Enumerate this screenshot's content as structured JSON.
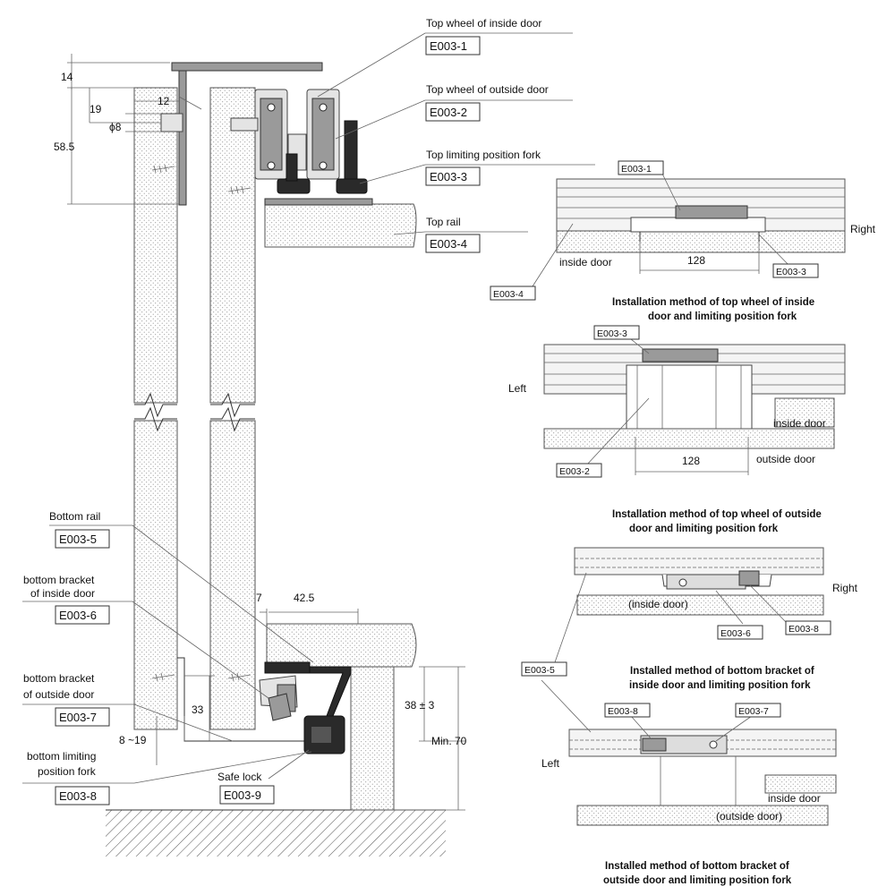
{
  "callouts": {
    "top_wheel_inside": {
      "label": "Top wheel of inside door",
      "code": "E003-1"
    },
    "top_wheel_outside": {
      "label": "Top wheel of outside door",
      "code": "E003-2"
    },
    "top_limit_fork": {
      "label": "Top limiting position fork",
      "code": "E003-3"
    },
    "top_rail": {
      "label": "Top rail",
      "code": "E003-4"
    },
    "bottom_rail": {
      "label": "Bottom rail",
      "code": "E003-5"
    },
    "bottom_bracket_inside_1": "bottom bracket",
    "bottom_bracket_inside_2": "of inside door",
    "bottom_bracket_inside_code": "E003-6",
    "bottom_bracket_outside_1": "bottom bracket",
    "bottom_bracket_outside_2": "of outside door",
    "bottom_bracket_outside_code": "E003-7",
    "bottom_limit_1": "bottom limiting",
    "bottom_limit_2": "position fork",
    "bottom_limit_code": "E003-8",
    "safe_lock": {
      "label": "Safe lock",
      "code": "E003-9"
    }
  },
  "dimensions": {
    "d14": "14",
    "d19": "19",
    "d12": "12",
    "dphi8": "ϕ8",
    "d58_5": "58.5",
    "d7": "7",
    "d42_5": "42.5",
    "d33": "33",
    "d8_19": "8 ~19",
    "d38": "38 ± 3",
    "dmin70": "Min. 70"
  },
  "detail_1": {
    "code_a": "E003-1",
    "code_b": "E003-3",
    "code_rail": "E003-4",
    "side": "Right",
    "door": "inside door",
    "spacing": "128",
    "caption_1": "Installation method of top wheel of inside",
    "caption_2": "door and limiting position fork"
  },
  "detail_2": {
    "code_a": "E003-3",
    "code_b": "E003-2",
    "side": "Left",
    "door_in": "inside door",
    "door_out": "outside door",
    "spacing": "128",
    "caption_1": "Installation method of top wheel of outside",
    "caption_2": "door and limiting position fork"
  },
  "detail_3": {
    "code_rail": "E003-5",
    "code_a": "E003-6",
    "code_b": "E003-8",
    "side": "Right",
    "door": "(inside door)",
    "caption_1": "Installed method of bottom bracket of",
    "caption_2": "inside door and limiting position fork"
  },
  "detail_4": {
    "code_a": "E003-8",
    "code_b": "E003-7",
    "side": "Left",
    "door_in": "inside door",
    "door_out": "(outside door)",
    "caption_1": "Installed method of bottom bracket of",
    "caption_2": "outside door and limiting position fork"
  }
}
